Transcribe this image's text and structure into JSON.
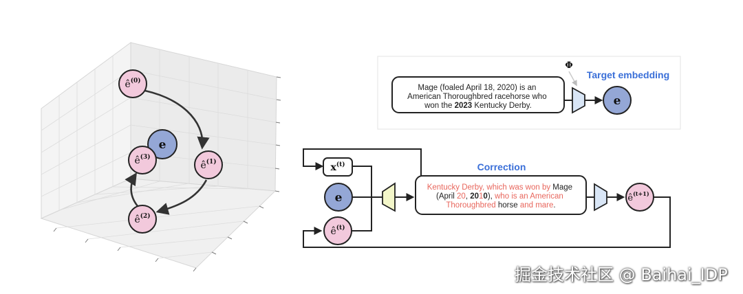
{
  "left_panel": {
    "nodes": {
      "e0": {
        "base": "ê",
        "sup": "(0)"
      },
      "e1": {
        "base": "ê",
        "sup": "(1)"
      },
      "e2": {
        "base": "ê",
        "sup": "(2)"
      },
      "e3": {
        "base": "ê",
        "sup": "(3)"
      },
      "target": {
        "label": "e"
      }
    }
  },
  "target_panel": {
    "sentence": {
      "line1": "Mage (foaled April 18, 2020) is an",
      "line2": "American Thoroughbred racehorse who",
      "line3_pre": "won the ",
      "line3_bold": "2023",
      "line3_post": " Kentucky Derby."
    },
    "phi_label": "Φ",
    "title": "Target embedding",
    "embedding_label": "e"
  },
  "correction_panel": {
    "title": "Correction",
    "inputs": {
      "x": {
        "base": "x",
        "sup": "(t)"
      },
      "e": {
        "label": "e"
      },
      "e_hat": {
        "base": "ê",
        "sup": "(t)"
      }
    },
    "output": {
      "base": "ê",
      "sup": "(t+1)"
    },
    "sentence": {
      "l1_a": "Kentucky Derby, which was won by ",
      "l1_b": "Mage",
      "l2_a": "(April ",
      "l2_b": "20",
      "l2_c": ", ",
      "l2_d": "20",
      "l2_e": "1",
      "l2_f": "0",
      "l2_g": "), ",
      "l2_h": "who is an American",
      "l3_a": "Thoroughbred",
      "l3_b": " horse ",
      "l3_c": "and mare",
      "l3_d": "."
    }
  },
  "colors": {
    "pink_node": "#f2c9dc",
    "blue_node": "#94a7d6",
    "highlight_red": "#e8665c",
    "title_blue": "#3a6fd8",
    "encoder_yellow": "#f3f6c9",
    "encoder_blue": "#d9e6f6"
  },
  "watermark": "掘金技术社区 @ Baihai_IDP"
}
